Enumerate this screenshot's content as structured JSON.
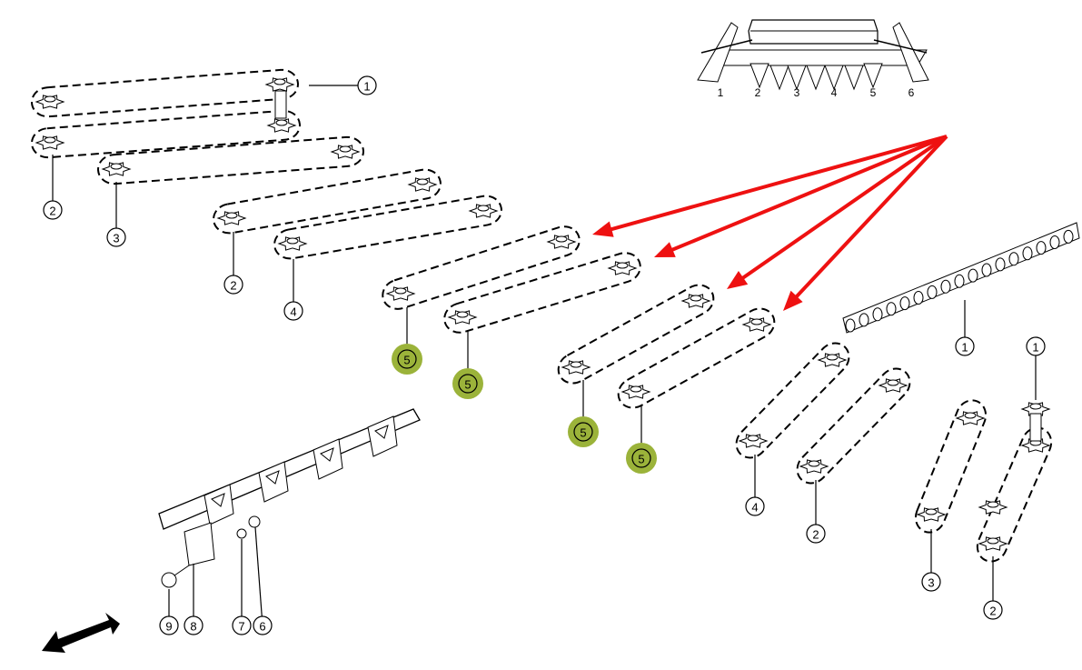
{
  "colors": {
    "arrow": "#ee1111",
    "highlight": "#9bb33a",
    "ink": "#000000"
  },
  "overview": {
    "labels": [
      "1",
      "2",
      "3",
      "4",
      "5",
      "6"
    ]
  },
  "callouts": [
    {
      "label": "1",
      "highlighted": false
    },
    {
      "label": "2",
      "highlighted": false
    },
    {
      "label": "3",
      "highlighted": false
    },
    {
      "label": "2",
      "highlighted": false
    },
    {
      "label": "4",
      "highlighted": false
    },
    {
      "label": "5",
      "highlighted": true
    },
    {
      "label": "5",
      "highlighted": true
    },
    {
      "label": "5",
      "highlighted": true
    },
    {
      "label": "5",
      "highlighted": true
    },
    {
      "label": "1",
      "highlighted": false
    },
    {
      "label": "4",
      "highlighted": false
    },
    {
      "label": "2",
      "highlighted": false
    },
    {
      "label": "1",
      "highlighted": false
    },
    {
      "label": "3",
      "highlighted": false
    },
    {
      "label": "2",
      "highlighted": false
    },
    {
      "label": "9",
      "highlighted": false
    },
    {
      "label": "8",
      "highlighted": false
    },
    {
      "label": "7",
      "highlighted": false
    },
    {
      "label": "6",
      "highlighted": false
    }
  ],
  "icons": {
    "direction": "direction-arrow-icon",
    "pointer": "red-pointer-arrow-icon"
  }
}
